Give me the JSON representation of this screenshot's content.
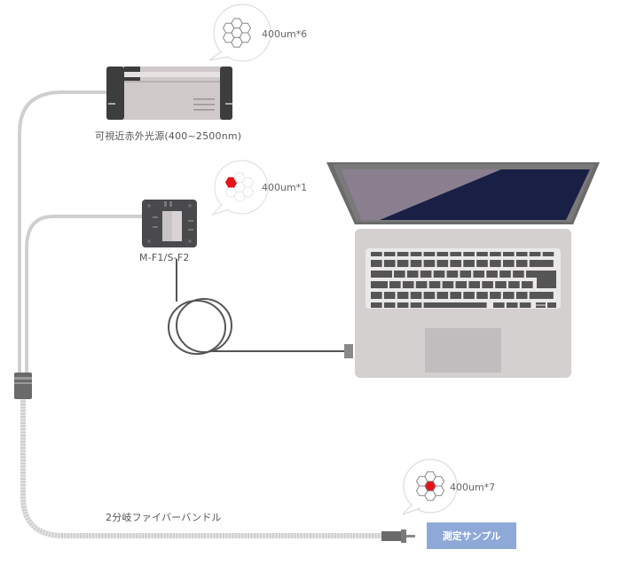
{
  "diagram": {
    "components": {
      "light_source": {
        "label": "可視近赤外光源(400~2500nm)"
      },
      "spectrometer": {
        "label": "M-F1/S-F2"
      },
      "fiber_bundle": {
        "label": "2分岐ファイバーバンドル"
      },
      "sample": {
        "label": "測定サンプル",
        "color": "#8ea9d8"
      },
      "laptop": {
        "screen_color": "#1a1f45",
        "screen_glare_color": "#8a7f8e"
      }
    },
    "bubbles": [
      {
        "id": "light-source-fibers",
        "text": "400um*6",
        "fiber_count": 7,
        "highlighted": []
      },
      {
        "id": "spectrometer-fibers",
        "text": "400um*1",
        "fiber_count": 7,
        "highlighted": [
          "left"
        ]
      },
      {
        "id": "sample-fibers",
        "text": "400um*7",
        "fiber_count": 7,
        "highlighted": [
          "center"
        ]
      }
    ],
    "colors": {
      "highlight_fiber": "#e3141b",
      "cable": "#c8c8c8",
      "device_dark": "#3d3d3f",
      "device_body": "#cfc9ca"
    }
  }
}
